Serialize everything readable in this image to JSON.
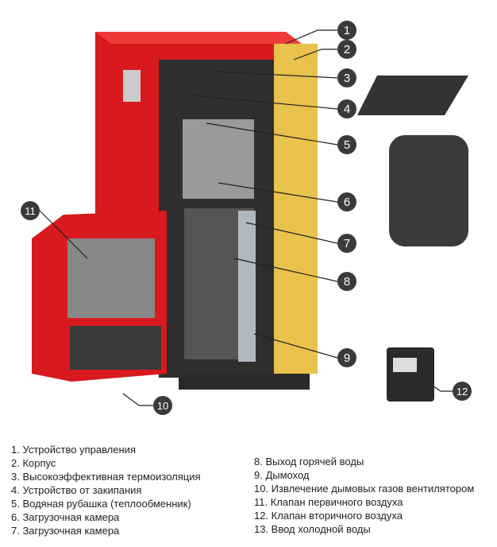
{
  "legend_left": [
    "1. Устройство управления",
    "2. Корпус",
    "3. Высокоэффективная термоизоляция",
    "4. Устройство от закипания",
    "5. Водяная рубашка (теплообменник)",
    "6. Загрузочная камера",
    "7. Загрузочная камера"
  ],
  "legend_right": [
    "8. Выход горячей воды",
    "9. Дымоход",
    "10. Извлечение дымовых газов вентилятором",
    "11. Клапан первичного воздуха",
    "12. Клапан вторичного воздуха",
    "13. Ввод холодной воды"
  ],
  "callouts": [
    "1",
    "2",
    "3",
    "4",
    "5",
    "6",
    "7",
    "8",
    "9",
    "10",
    "11",
    "12"
  ],
  "colors": {
    "boiler_red": "#e0141b",
    "insulation": "#e6c34a",
    "callout": "#3a3a3a"
  }
}
